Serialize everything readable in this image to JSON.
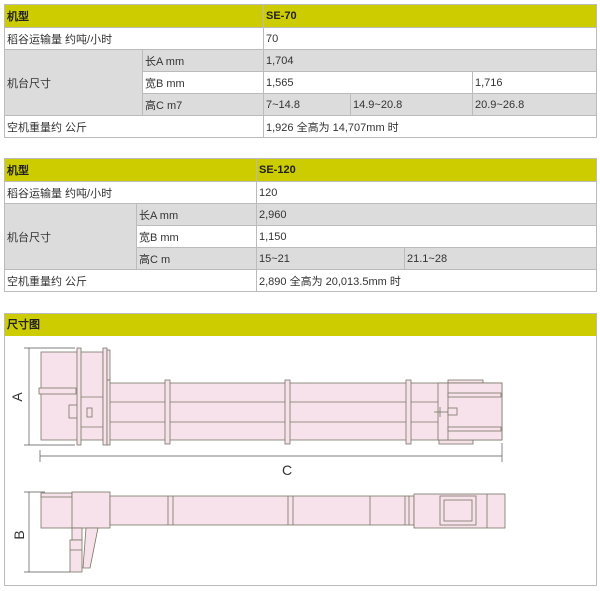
{
  "tables": [
    {
      "model_label": "机型",
      "model": "SE-70",
      "capacity_label": "稻谷运输量 约吨/小时",
      "capacity": "70",
      "dims_label": "机台尺寸",
      "length_label": "长A mm",
      "length": "1,704",
      "width_label": "宽B mm",
      "width": [
        "1,565",
        "1,716"
      ],
      "height_label": "高C m7",
      "height": [
        "7~14.8",
        "14.9~20.8",
        "20.9~26.8"
      ],
      "weight_label": "空机重量约 公斤",
      "weight": "1,926 全高为 14,707mm 时"
    },
    {
      "model_label": "机型",
      "model": "SE-120",
      "capacity_label": "稻谷运输量 约吨/小时",
      "capacity": "120",
      "dims_label": "机台尺寸",
      "length_label": "长A mm",
      "length": "2,960",
      "width_label": "宽B mm",
      "width": [
        "1,150"
      ],
      "height_label": "高C m",
      "height": [
        "15~21",
        "21.1~28"
      ],
      "weight_label": "空机重量约 公斤",
      "weight": "2,890 全高为 20,013.5mm 时"
    }
  ],
  "diagram": {
    "title": "尺寸图",
    "labels": {
      "a": "A",
      "b": "B",
      "c": "C"
    }
  },
  "colors": {
    "header": "#cccc00",
    "body": "#f7e1ea"
  }
}
